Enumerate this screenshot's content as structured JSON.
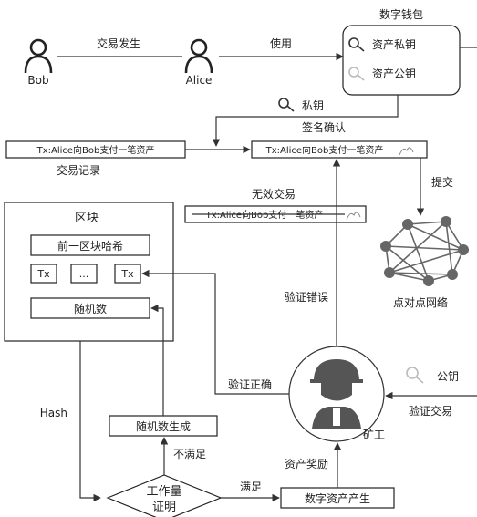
{
  "participants": {
    "bob": "Bob",
    "alice": "Alice",
    "transaction_occurs": "交易发生",
    "use": "使用"
  },
  "wallet": {
    "title": "数字钱包",
    "private_key": "资产私钥",
    "public_key": "资产公钥"
  },
  "signing": {
    "private_key_label": "私钥",
    "signature_confirm": "签名确认",
    "tx_record_text": "Tx:Alice向Bob支付一笔资产",
    "tx_record_label": "交易记录",
    "tx_signed_text": "Tx:Alice向Bob支付一笔资产",
    "submit": "提交",
    "invalid_label": "无效交易",
    "invalid_tx_text": "Tx:Alice向Bob支付一笔资产"
  },
  "network": {
    "label": "点对点网络"
  },
  "block": {
    "title": "区块",
    "prev_hash": "前一区块哈希",
    "tx1": "Tx",
    "ellipsis": "...",
    "tx2": "Tx",
    "nonce": "随机数"
  },
  "verification": {
    "error": "验证错误",
    "correct": "验证正确",
    "public_key_label": "公钥",
    "verify_tx": "验证交易",
    "miner": "矿工"
  },
  "mining": {
    "hash": "Hash",
    "nonce_gen": "随机数生成",
    "not_satisfied": "不满足",
    "pow_line1": "工作量",
    "pow_line2": "证明",
    "satisfied": "满足",
    "reward": "资产奖励",
    "asset_created": "数字资产产生"
  }
}
